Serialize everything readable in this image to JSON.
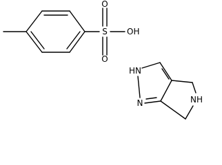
{
  "molecules": [
    {
      "atoms": {
        "sulfur": "S",
        "oxygen_top": "O",
        "oxygen_bottom": "O",
        "hydroxyl": "OH"
      }
    },
    {
      "atoms": {
        "pyrazole_nh": "HN",
        "pyrazole_n": "N",
        "pyrrolidine_nh": "NH"
      }
    }
  ],
  "colors": {
    "bond": "#000000",
    "background": "#ffffff"
  }
}
